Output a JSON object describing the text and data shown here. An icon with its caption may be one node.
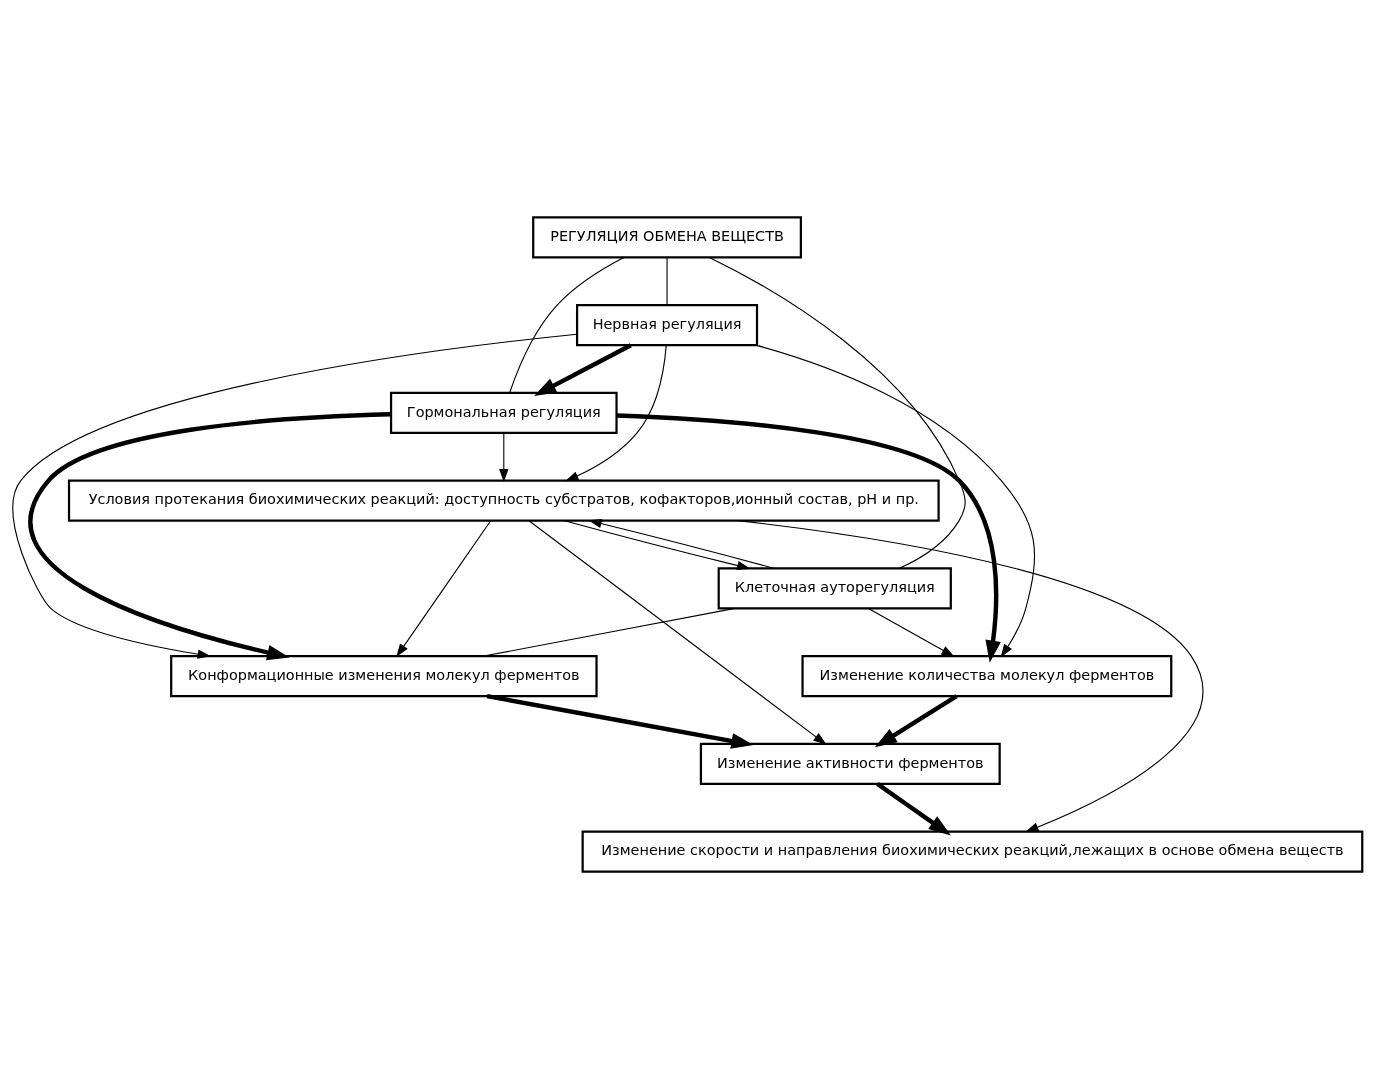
{
  "diagram": {
    "nodes": [
      {
        "text": [
          "РЕГУЛЯЦИЯ ОБМЕНА ВЕЩЕСТВ"
        ]
      },
      {
        "text": [
          "Нервная регуляция"
        ]
      },
      {
        "text": [
          "Гормональная регуляция"
        ]
      },
      {
        "text": [
          "Клеточная ауторегуляция"
        ]
      },
      {
        "text": [
          "Конформационные изменения молекул ферментов"
        ]
      },
      {
        "text": [
          "Изменение количества молекул ферментов"
        ]
      },
      {
        "text": [
          "Условия протекания биохимических реакций: доступность субстратов, кофакторов,ионный состав, pH и пр."
        ]
      },
      {
        "text": [
          "Изменение активности ферментов"
        ]
      },
      {
        "text": [
          "Изменение скорости и направления биохимических реакций,лежащих в основе обмена веществ"
        ]
      }
    ],
    "edges": [
      {
        "from": 0,
        "to": 1,
        "arrow": "none"
      },
      {
        "from": 0,
        "to": 2,
        "arrow": "none"
      },
      {
        "from": 0,
        "to": 3,
        "arrow": "none"
      },
      {
        "from": 1,
        "to": 2,
        "arrow": "to",
        "style": "thick"
      },
      {
        "from": 1,
        "to": 6,
        "arrow": "to"
      },
      {
        "from": 1,
        "to": 4,
        "arrow": "to"
      },
      {
        "from": 1,
        "to": 5,
        "arrow": "to"
      },
      {
        "from": 2,
        "to": 6,
        "arrow": "to"
      },
      {
        "from": 2,
        "to": 4,
        "arrow": "to",
        "style": "thick"
      },
      {
        "from": 2,
        "to": 5,
        "arrow": "to",
        "style": "thick"
      },
      {
        "from": 3,
        "to": 6,
        "arrow": "to"
      },
      {
        "from": 6,
        "to": 3,
        "arrow": "to"
      },
      {
        "from": 3,
        "to": 4,
        "arrow": "none"
      },
      {
        "from": 3,
        "to": 5,
        "arrow": "to"
      },
      {
        "from": 6,
        "to": 4,
        "arrow": "to"
      },
      {
        "from": 6,
        "to": 7,
        "arrow": "to"
      },
      {
        "from": 6,
        "to": 8,
        "arrow": "to"
      },
      {
        "from": 4,
        "to": 7,
        "arrow": "to",
        "style": "thick"
      },
      {
        "from": 5,
        "to": 7,
        "arrow": "to",
        "style": "thick"
      },
      {
        "from": 7,
        "to": 8,
        "arrow": "to",
        "style": "thick"
      }
    ]
  }
}
